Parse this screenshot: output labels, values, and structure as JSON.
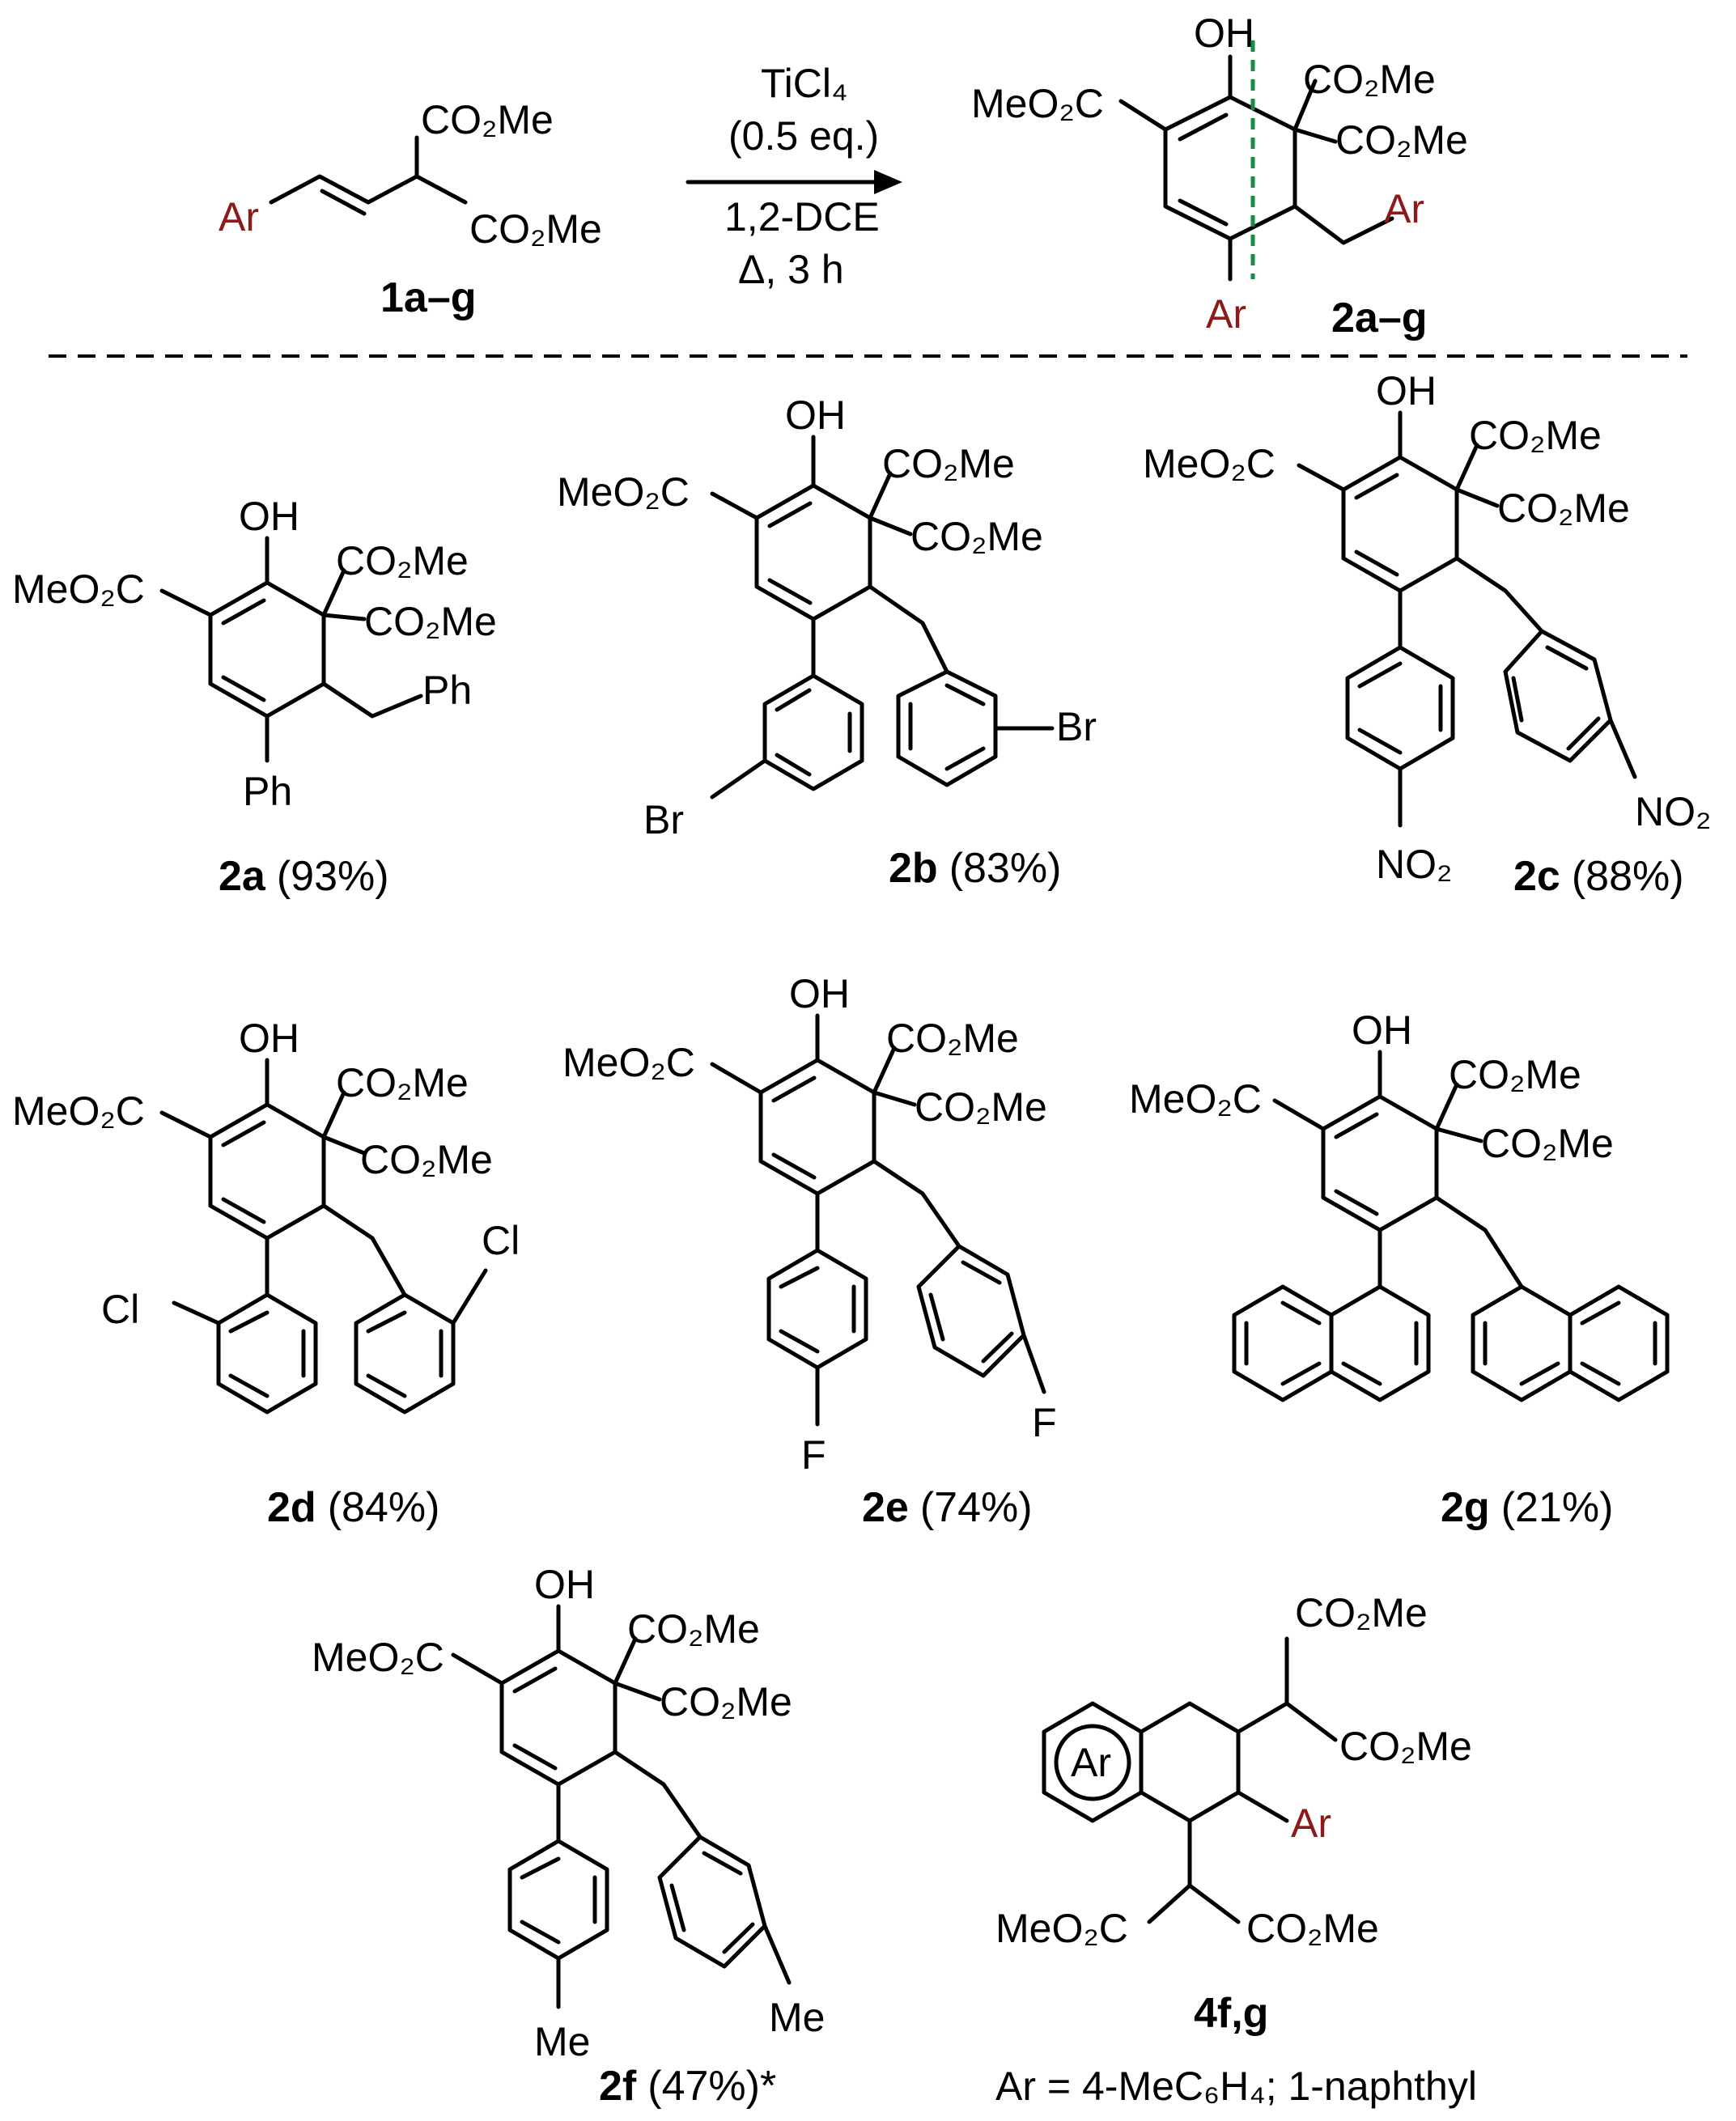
{
  "reaction": {
    "reagent": "TiCl₄",
    "equivalents": "(0.5 eq.)",
    "solvent": "1,2-DCE",
    "conditions": "Δ, 3 h",
    "starting_material_label": "1a–g",
    "product_label": "2a–g"
  },
  "groups": {
    "ar": "Ar",
    "oh": "OH",
    "co2me": "CO₂Me",
    "meo2c": "MeO₂C",
    "ph": "Ph",
    "br": "Br",
    "no2": "NO₂",
    "cl": "Cl",
    "f": "F",
    "me": "Me"
  },
  "products": [
    {
      "id": "2a",
      "yield": "(93%)"
    },
    {
      "id": "2b",
      "yield": "(83%)"
    },
    {
      "id": "2c",
      "yield": "(88%)"
    },
    {
      "id": "2d",
      "yield": "(84%)"
    },
    {
      "id": "2e",
      "yield": "(74%)"
    },
    {
      "id": "2g",
      "yield": "(21%)"
    },
    {
      "id": "2f",
      "yield": "(47%)*"
    }
  ],
  "side_product": {
    "label": "4f,g",
    "ar_definition": "Ar = 4-MeC₆H₄; 1-naphthyl"
  },
  "colors": {
    "ar_label": "#8b1a1a",
    "cleavage_line": "#1a8a4a"
  }
}
